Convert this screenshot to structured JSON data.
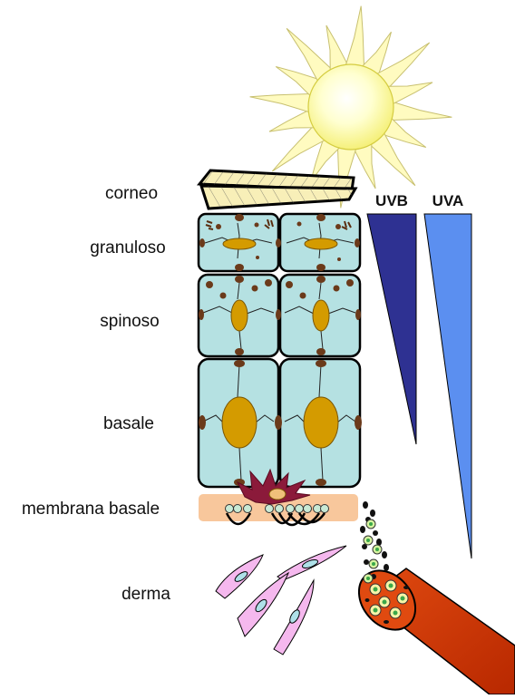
{
  "layers": {
    "corneo": "corneo",
    "granuloso": "granuloso",
    "spinoso": "spinoso",
    "basale": "basale",
    "membrana_basale": "membrana basale",
    "derma": "derma"
  },
  "uv": {
    "uvb": "UVB",
    "uva": "UVA"
  },
  "colors": {
    "cell_fill": "#b5e1e2",
    "nucleus": "#d49b00",
    "granule": "#6b3a1a",
    "uvb": "#2e3192",
    "uva": "#5b8ff0",
    "membrane": "#f8c79c",
    "vessel": "#cc3300",
    "fibroblast": "#f5b8ee",
    "sun": "#ffffb0",
    "corneocyte": "#f8efb8",
    "melanocyte": "#8b1a3a"
  }
}
